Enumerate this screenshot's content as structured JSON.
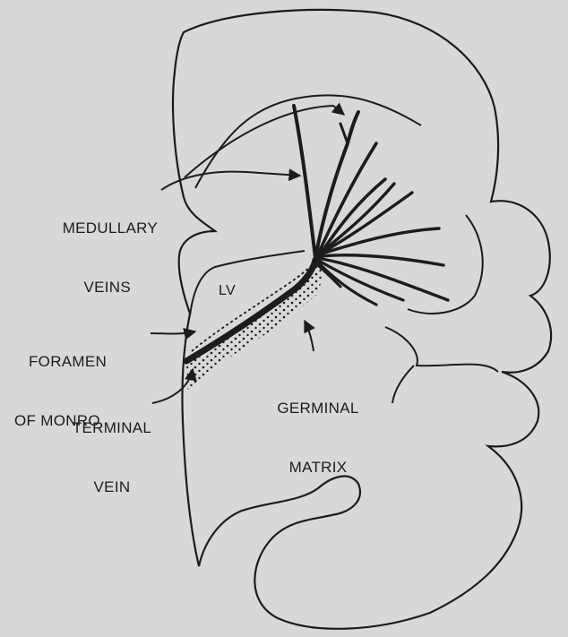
{
  "labels": {
    "medullary_veins": {
      "line1": "MEDULLARY",
      "line2": "VEINS"
    },
    "lateral_ventricle": "LV",
    "foramen_of_monro": {
      "line1": "FORAMEN",
      "line2": "OF MONRO"
    },
    "terminal_vein": {
      "line1": "TERMINAL",
      "line2": "VEIN"
    },
    "germinal_matrix": {
      "line1": "GERMINAL",
      "line2": "MATRIX"
    }
  },
  "colors": {
    "background": "#d8d8d6",
    "ink": "#1c1c1c"
  }
}
